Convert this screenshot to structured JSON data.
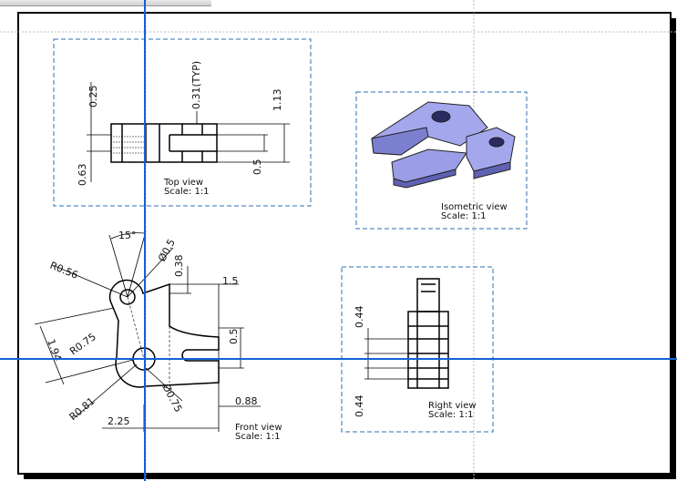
{
  "drawing": {
    "views": [
      {
        "title": "Top view",
        "scale": "Scale: 1:1"
      },
      {
        "title": "Isometric view",
        "scale": "Scale: 1:1"
      },
      {
        "title": "Front view",
        "scale": "Scale: 1:1"
      },
      {
        "title": "Right view",
        "scale": "Scale: 1:1"
      }
    ],
    "dimensions": {
      "top": [
        "0.25",
        "0.31(TYP)",
        "1.13",
        "0.63",
        "0.5"
      ],
      "front": [
        "15°",
        "Ø0.5",
        "R0.56",
        "0.38",
        "1.5",
        "R0.75",
        "1.94",
        "0.5",
        "R0.81",
        "Ø0.75",
        "0.88",
        "2.25"
      ],
      "right": [
        "0.44",
        "0.44"
      ]
    },
    "colors": {
      "cursor_line": "#1460d6",
      "view_frame": "#2d6fb0",
      "part_fill": "#9b9ee6"
    }
  }
}
